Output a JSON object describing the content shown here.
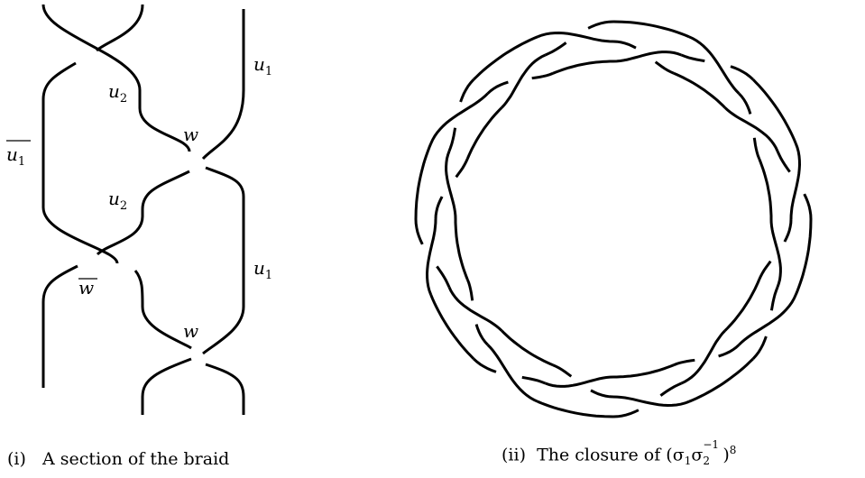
{
  "panel_i": {
    "labels": {
      "u1_top": "u",
      "u1_top_sub": "1",
      "u2_a": "u",
      "u2_a_sub": "2",
      "w_a": "w",
      "u1_bar": "u",
      "u1_bar_sub": "1",
      "u2_b": "u",
      "u2_b_sub": "2",
      "u1_bottom": "u",
      "u1_bottom_sub": "1",
      "w_bar": "w",
      "w_b": "w"
    },
    "caption_num": "(i)",
    "caption_text": "A section of the braid"
  },
  "panel_ii": {
    "caption_num": "(ii)",
    "caption_prefix": "The closure of (σ",
    "caption_sub1": "1",
    "caption_mid": "σ",
    "caption_sub2": "2",
    "caption_sup2": "−1",
    "caption_close": ")",
    "caption_exp": "8"
  }
}
